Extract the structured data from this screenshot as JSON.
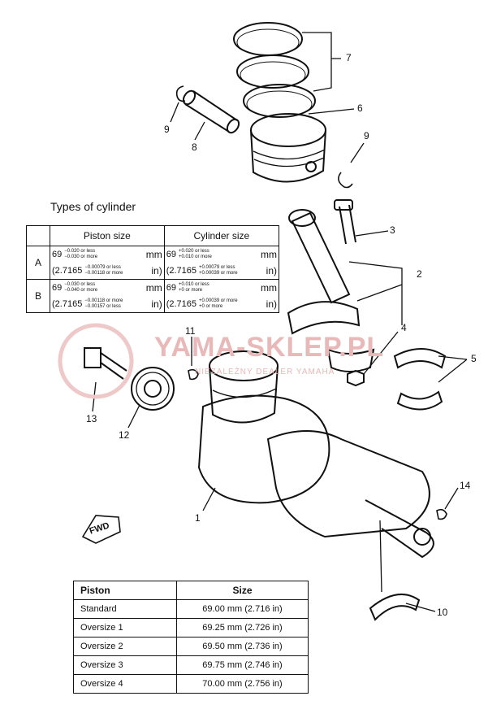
{
  "labels": [
    "7",
    "6",
    "9",
    "8",
    "9",
    "3",
    "2",
    "4",
    "5",
    "11",
    "13",
    "12",
    "1",
    "14",
    "10"
  ],
  "fwd_label": "FWD",
  "watermark": {
    "brand": "YAMA-SKLEP.PL",
    "tagline": "NIEZALEŻNY DEALER YAMAHA"
  },
  "cylinder_table": {
    "title": "Types of cylinder",
    "headers": [
      "Piston size",
      "Cylinder size"
    ],
    "rows": [
      {
        "type": "A",
        "piston_metric": {
          "value": "69",
          "tol_upper": "−0.020 or less",
          "tol_lower": "−0.030 or more",
          "unit": "mm"
        },
        "piston_imperial": {
          "value": "(2.7165",
          "tol_upper": "−0.00079 or less",
          "tol_lower": "−0.00118 or more",
          "unit": "in)"
        },
        "cyl_metric": {
          "value": "69",
          "tol_upper": "+0.020 or less",
          "tol_lower": "+0.010 or more",
          "unit": "mm"
        },
        "cyl_imperial": {
          "value": "(2.7165",
          "tol_upper": "+0.00079 or less",
          "tol_lower": "+0.00039 or more",
          "unit": "in)"
        }
      },
      {
        "type": "B",
        "piston_metric": {
          "value": "69",
          "tol_upper": "−0.030 or less",
          "tol_lower": "−0.040 or more",
          "unit": "mm"
        },
        "piston_imperial": {
          "value": "(2.7165",
          "tol_upper": "−0.00118 or more",
          "tol_lower": "−0.00157 or less",
          "unit": "in)"
        },
        "cyl_metric": {
          "value": "69",
          "tol_upper": "+0.010 or less",
          "tol_lower": "+0 or more",
          "unit": "mm"
        },
        "cyl_imperial": {
          "value": "(2.7165",
          "tol_upper": "+0.00039 or more",
          "tol_lower": "+0 or more",
          "unit": "in)"
        }
      }
    ]
  },
  "oversize_table": {
    "headers": [
      "Piston",
      "Size"
    ],
    "rows": [
      [
        "Standard",
        "69.00 mm (2.716 in)"
      ],
      [
        "Oversize 1",
        "69.25 mm (2.726 in)"
      ],
      [
        "Oversize 2",
        "69.50 mm (2.736 in)"
      ],
      [
        "Oversize 3",
        "69.75 mm (2.746 in)"
      ],
      [
        "Oversize 4",
        "70.00 mm (2.756 in)"
      ]
    ]
  }
}
